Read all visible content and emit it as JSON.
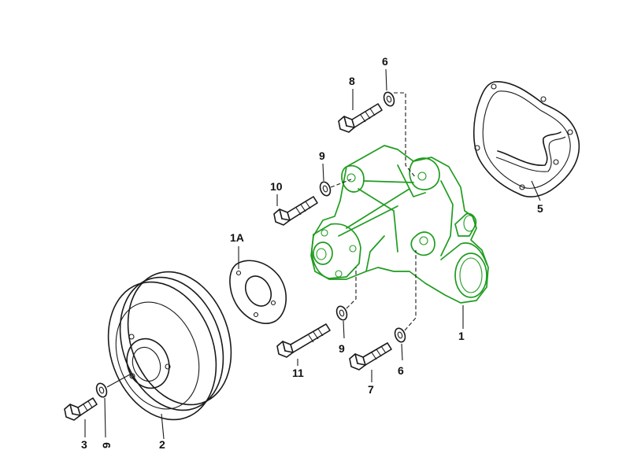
{
  "diagram": {
    "highlight_color": "#1f9c1f",
    "line_color": "#1a1a1a",
    "callouts": {
      "water_pump": "1",
      "seal_plate": "1A",
      "pulley": "2",
      "pulley_bolt": "3",
      "gasket": "5",
      "washer_top": "6",
      "washer_lower_right": "6",
      "bolt_lower_right": "7",
      "bolt_top": "8",
      "washer_upper_left": "9",
      "washer_lower_mid": "9",
      "washer_pulley": "9",
      "bolt_upper_left": "10",
      "bolt_lower_left": "11"
    }
  }
}
